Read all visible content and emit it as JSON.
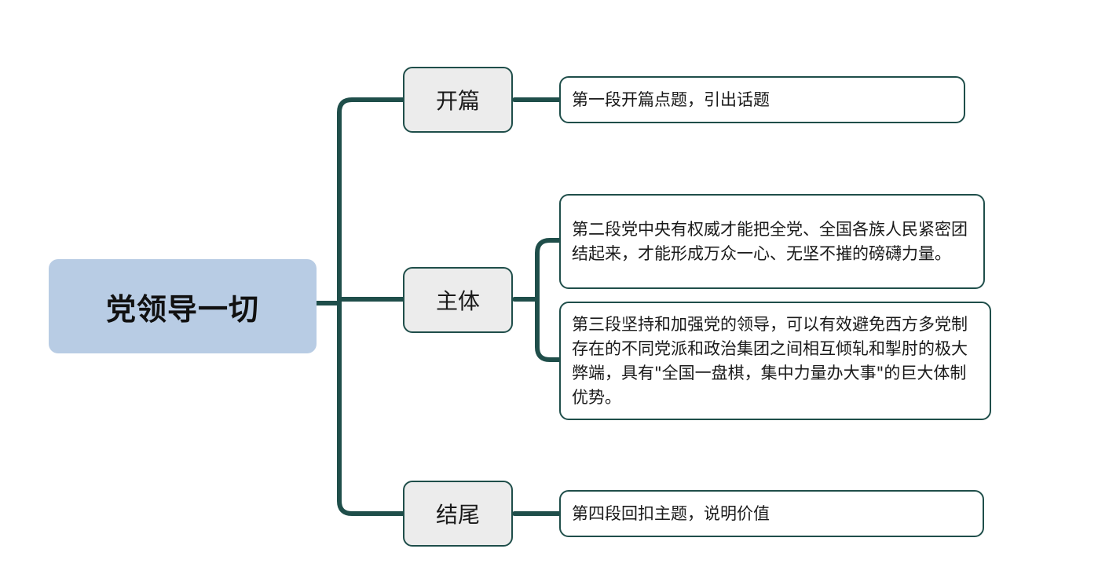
{
  "colors": {
    "root_fill": "#b8cce4",
    "section_fill": "#ececec",
    "line": "#1f4e4a",
    "detail_fill": "#ffffff"
  },
  "root": {
    "label": "党领导一切"
  },
  "sections": [
    {
      "label": "开篇"
    },
    {
      "label": "主体"
    },
    {
      "label": "结尾"
    }
  ],
  "details": [
    {
      "text": "第一段开篇点题，引出话题"
    },
    {
      "text": "第二段党中央有权威才能把全党、全国各族人民紧密团结起来，才能形成万众一心、无坚不摧的磅礴力量。"
    },
    {
      "text": "第三段坚持和加强党的领导，可以有效避免西方多党制存在的不同党派和政治集团之间相互倾轧和掣肘的极大弊端，具有\"全国一盘棋，集中力量办大事\"的巨大体制优势。"
    },
    {
      "text": "第四段回扣主题，说明价值"
    }
  ]
}
